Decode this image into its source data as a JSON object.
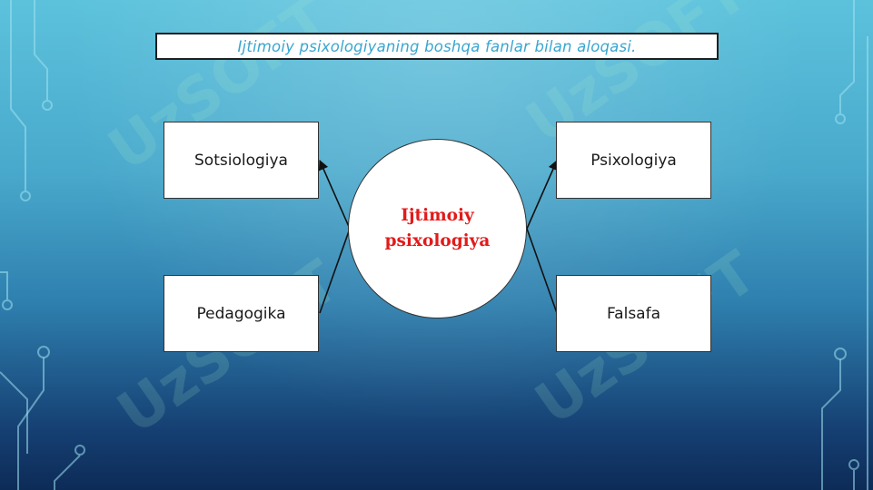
{
  "slide": {
    "title": "Ijtimoiy psixologiyaning boshqa fanlar bilan aloqasi.",
    "center_label": "Ijtimoiy psixologiya",
    "nodes": {
      "sotsiologiya": "Sotsiologiya",
      "pedagogika": "Pedagogika",
      "psixologiya": "Psixologiya",
      "falsafa": "Falsafa"
    },
    "watermark": "UzSOFT"
  },
  "colors": {
    "title_text": "#3aa6cf",
    "center_text": "#e21b1b",
    "background_top": "#5cc2dc",
    "background_bottom": "#0d2b57",
    "circuit": "#8fd8ee"
  }
}
